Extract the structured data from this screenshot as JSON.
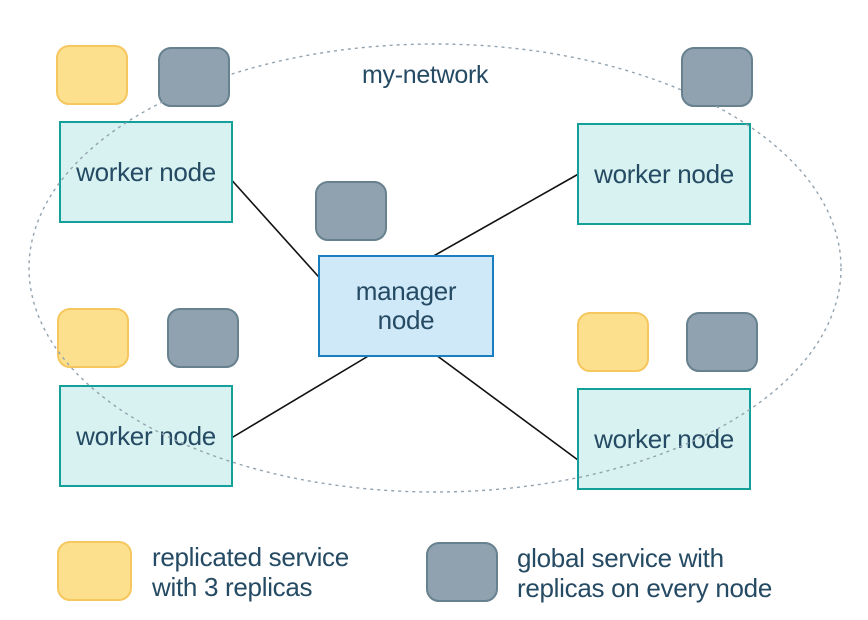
{
  "network": {
    "label": "my-network"
  },
  "nodes": {
    "worker_label": "worker node",
    "manager_line1": "manager",
    "manager_line2": "node"
  },
  "legend": {
    "replicated_line1": "replicated service",
    "replicated_line2": "with 3 replicas",
    "global_line1": "global service with",
    "global_line2": "replicas on every node"
  },
  "icons": {
    "replicated_service": "rounded-yellow-square",
    "global_service": "rounded-gray-square",
    "network_boundary": "dotted-ellipse"
  },
  "colors": {
    "background": "#ffffff",
    "text": "#254a63",
    "worker_fill": "#d7f2f0",
    "worker_border": "#13a098",
    "manager_fill": "#d0e9f9",
    "manager_border": "#1a7fc1",
    "replicated_fill": "#fce08d",
    "replicated_border": "#f5c75e",
    "global_fill": "#90a2af",
    "global_border": "#67818e",
    "network_outline": "#93a3af",
    "connector": "#111111"
  }
}
